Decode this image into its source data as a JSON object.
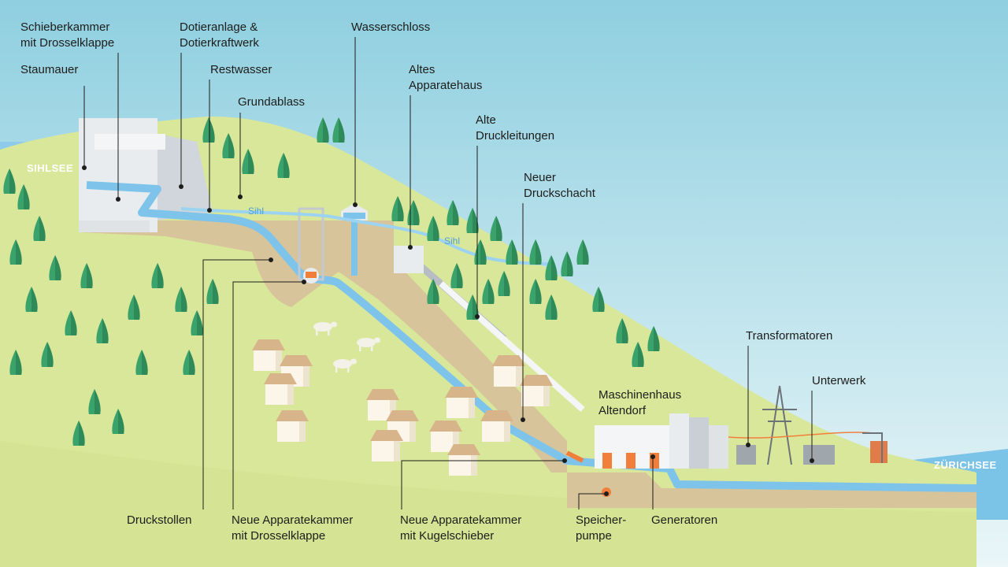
{
  "labels": {
    "schieberkammer_1": "Schieberkammer",
    "schieberkammer_2": "mit Drosselklappe",
    "staumauer": "Staumauer",
    "dotieranlage_1": "Dotieranlage &",
    "dotieranlage_2": "Dotierkraftwerk",
    "restwasser": "Restwasser",
    "grundablass": "Grundablass",
    "wasserschloss": "Wasserschloss",
    "altes_apparatehaus_1": "Altes",
    "altes_apparatehaus_2": "Apparatehaus",
    "alte_druckleitungen_1": "Alte",
    "alte_druckleitungen_2": "Druckleitungen",
    "neuer_druckschacht_1": "Neuer",
    "neuer_druckschacht_2": "Druckschacht",
    "transformatoren": "Transformatoren",
    "unterwerk": "Unterwerk",
    "maschinenhaus_1": "Maschinenhaus",
    "maschinenhaus_2": "Altendorf",
    "druckstollen": "Druckstollen",
    "apparatekammer_drossel_1": "Neue Apparatekammer",
    "apparatekammer_drossel_2": "mit Drosselklappe",
    "apparatekammer_kugel_1": "Neue Apparatekammer",
    "apparatekammer_kugel_2": "mit Kugelschieber",
    "speicherpumpe_1": "Speicher-",
    "speicherpumpe_2": "pumpe",
    "generatoren": "Generatoren"
  },
  "water_labels": {
    "sihlsee": "SIHLSEE",
    "zuerichsee": "ZÜRICHSEE",
    "sihl_1": "Sihl",
    "sihl_2": "Sihl"
  },
  "colors": {
    "sky_top": "#8fcfe0",
    "sky_bottom": "#e6f4f7",
    "hill": "#d9e79a",
    "hill_dark": "#c9dc86",
    "ground_cut": "#d8c49a",
    "tree": "#3aa36b",
    "tree_dark": "#2e8a58",
    "water": "#7cc3e8",
    "pipe": "#7ec4ea",
    "building": "#e9ecef",
    "building_shadow": "#c3c9ce",
    "accent_orange": "#f07f3c",
    "house_roof": "#d8b48a",
    "house_wall": "#fbf6e9",
    "leader": "#1d1d1b"
  }
}
